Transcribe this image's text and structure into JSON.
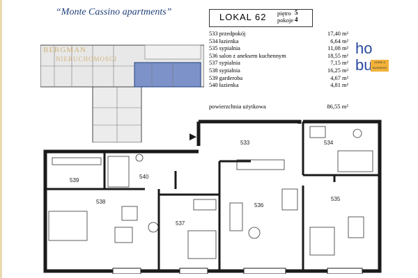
{
  "header": {
    "title": "“Monte Cassino apartments”"
  },
  "watermark": {
    "line1": "BERGMAN",
    "line2": "NIERUCHOMOŚCI"
  },
  "unit": {
    "name": "LOKAL 62",
    "floor_label": "piętro",
    "floor_value": "5",
    "rooms_label": "pokoje",
    "rooms_value": "4"
  },
  "rooms": [
    {
      "code": "533",
      "name": "przedpokój",
      "area": "17,40 m²"
    },
    {
      "code": "534",
      "name": "łazienka",
      "area": "6,64 m²"
    },
    {
      "code": "535",
      "name": "sypialnia",
      "area": "11,08 m²"
    },
    {
      "code": "536",
      "name": "salon z aneksem kuchennym",
      "area": "18,55 m²"
    },
    {
      "code": "537",
      "name": "sypialnia",
      "area": "7,15 m²"
    },
    {
      "code": "538",
      "name": "sypialnia",
      "area": "16,25 m²"
    },
    {
      "code": "539",
      "name": "garderoba",
      "area": "4,67 m²"
    },
    {
      "code": "540",
      "name": "łazienka",
      "area": "4,81 m²"
    }
  ],
  "total": {
    "label": "powierzchnia użytkowa",
    "value": "86,55 m²"
  },
  "logo": {
    "text_top": "ho",
    "text_bottom": "bu",
    "accent": "#2a4aa0",
    "badge_color": "#f2b23a",
    "badge_text": "HOME & BUSINESS"
  },
  "plan_labels": {
    "r533": "533",
    "r534": "534",
    "r535": "535",
    "r536": "536",
    "r537": "537",
    "r538": "538",
    "r539": "539",
    "r540": "540"
  },
  "colors": {
    "highlight": "#7d92c9",
    "wall": "#1a1a1a",
    "gold": "#caa55c"
  }
}
